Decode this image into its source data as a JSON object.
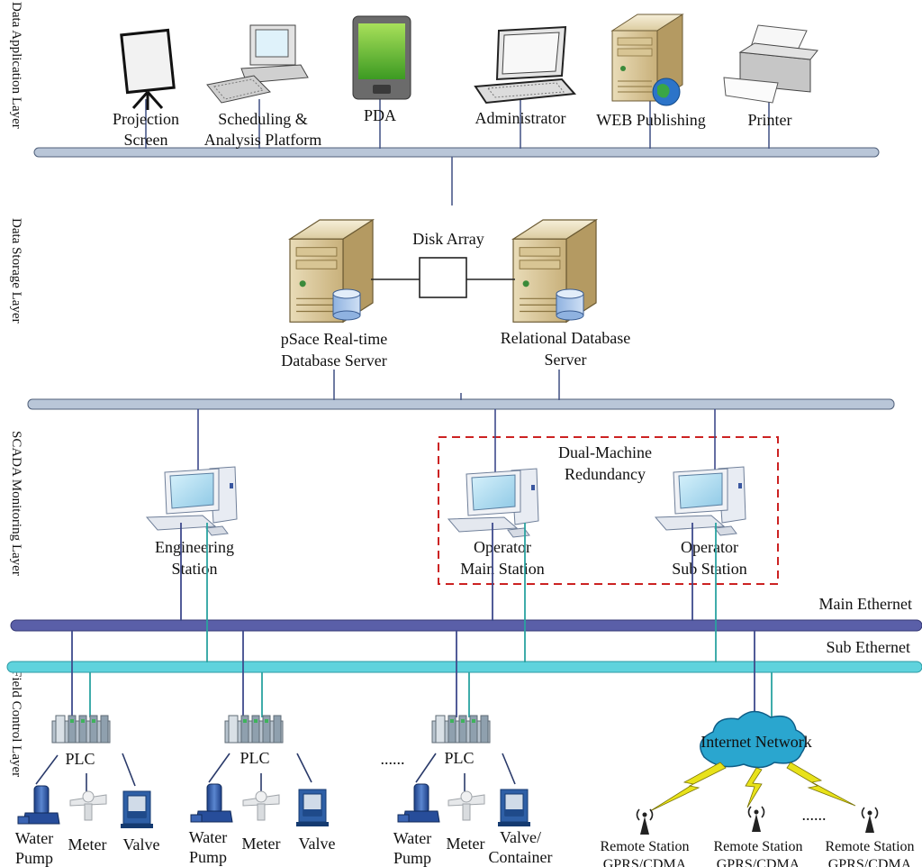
{
  "layers": {
    "application": "Data Application Layer",
    "storage": "Data Storage Layer",
    "scada": "SCADA Monitoring Layer",
    "field": "Field Control Layer"
  },
  "application": {
    "projection_line1": "Projection",
    "projection_line2": "Screen",
    "scheduling_line1": "Scheduling &",
    "scheduling_line2": "Analysis Platform",
    "pda": "PDA",
    "administrator": "Administrator",
    "web": "WEB Publishing",
    "printer": "Printer"
  },
  "storage": {
    "disk_array": "Disk Array",
    "psace_line1": "pSace Real-time",
    "psace_line2": "Database Server",
    "relational_line1": "Relational Database",
    "relational_line2": "Server"
  },
  "scada": {
    "redundancy_line1": "Dual-Machine",
    "redundancy_line2": "Redundancy",
    "engineering_line1": "Engineering",
    "engineering_line2": "Station",
    "operator_main_line1": "Operator",
    "operator_main_line2": "Main Station",
    "operator_sub_line1": "Operator",
    "operator_sub_line2": "Sub Station",
    "main_ethernet": "Main Ethernet",
    "sub_ethernet": "Sub Ethernet"
  },
  "field": {
    "plc": "PLC",
    "ellipsis": "......",
    "water_line1": "Water",
    "water_line2": "Pump",
    "meter": "Meter",
    "valve": "Valve",
    "valve_container_line1": "Valve/",
    "valve_container_line2": "Container",
    "internet": "Internet Network",
    "remote_line1": "Remote Station",
    "remote_line2": "GPRS/CDMA"
  },
  "colors": {
    "bus_top": "#b9c6d8",
    "main_ethernet": "#5a5fa8",
    "sub_ethernet": "#5fd3dd",
    "link_main": "#3e4a8c",
    "link_sub": "#2aa3a0",
    "redundancy_box": "#cc2222",
    "cloud": "#2aa6cf",
    "lightning": "#e8e21a"
  },
  "icons": {
    "projection": "projection-screen-icon",
    "scheduling": "desktop-computer-icon",
    "pda": "pda-icon",
    "administrator": "laptop-icon",
    "web": "web-server-icon",
    "printer": "printer-icon",
    "server": "database-server-icon",
    "disk": "disk-array-icon",
    "workstation": "workstation-icon",
    "plc": "plc-icon",
    "pump": "water-pump-icon",
    "meter": "meter-icon",
    "valve": "valve-icon",
    "cloud": "internet-cloud-icon",
    "antenna": "antenna-icon"
  }
}
